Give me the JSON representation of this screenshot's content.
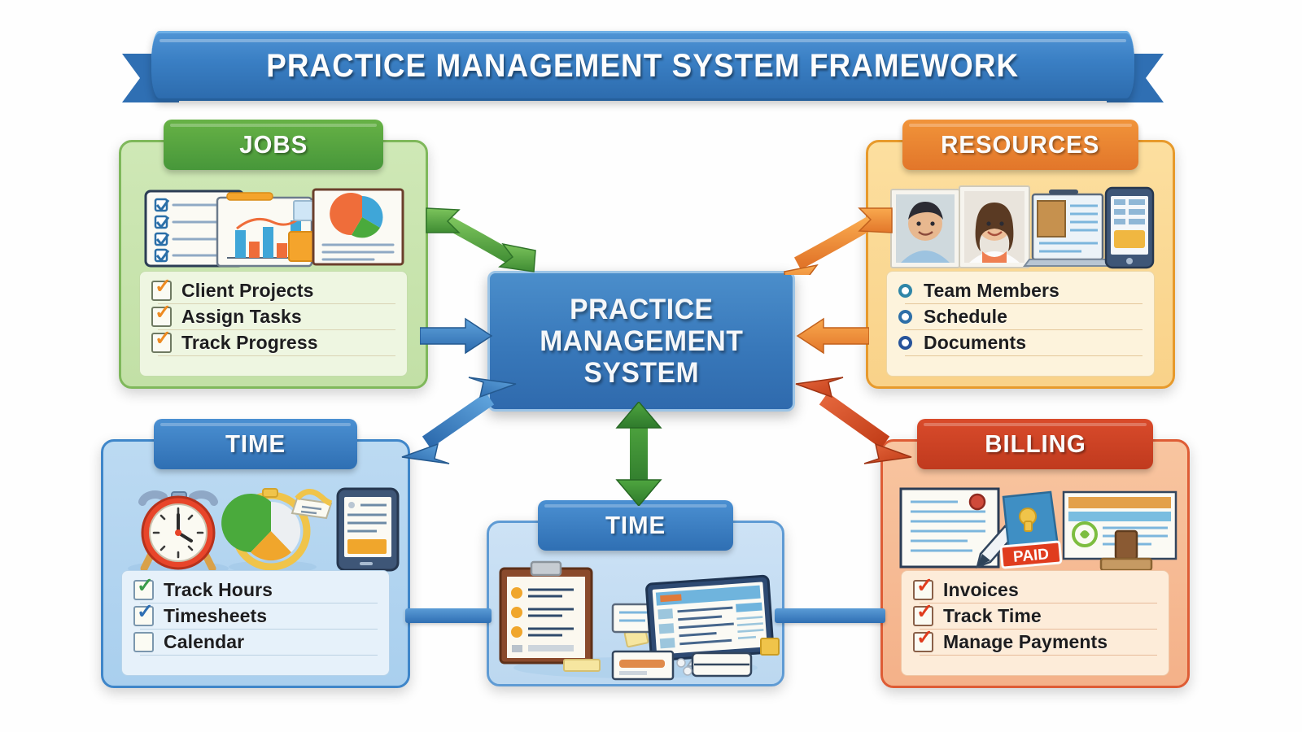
{
  "banner": {
    "title": "PRACTICE MANAGEMENT SYSTEM FRAMEWORK"
  },
  "hub": {
    "line1": "PRACTICE",
    "line2": "MANAGEMENT",
    "line3": "SYSTEM",
    "color": "#3878ba"
  },
  "cards": {
    "jobs": {
      "title": "JOBS",
      "header_color": "#47973a",
      "body_color": "#c2e0a6",
      "marker": "check",
      "marker_color": "#ee8b22",
      "items": [
        "Client Projects",
        "Assign Tasks",
        "Track Progress"
      ],
      "art": "checklist-chart-piechart-illustration"
    },
    "resources": {
      "title": "RESOURCES",
      "header_color": "#e2762a",
      "body_color": "#f9d289",
      "marker": "bullet",
      "marker_color": "#2f86a8",
      "items": [
        "Team Members",
        "Schedule",
        "Documents"
      ],
      "art": "team-photos-tablet-phone-illustration"
    },
    "time_left": {
      "title": "TIME",
      "header_color": "#2f6fb3",
      "body_color": "#a9cfee",
      "marker": "check",
      "items": [
        {
          "label": "Track Hours",
          "checked": true,
          "check_color": "#3a9b4a"
        },
        {
          "label": "Timesheets",
          "checked": true,
          "check_color": "#2f6fb3"
        },
        {
          "label": "Calendar",
          "checked": false,
          "check_color": "#2f6fb3"
        }
      ],
      "art": "alarm-clock-piechart-tablet-illustration"
    },
    "billing": {
      "title": "BILLING",
      "header_color": "#c03a1e",
      "body_color": "#f4b189",
      "marker": "check",
      "marker_color": "#e03c1e",
      "items": [
        "Invoices",
        "Track Time",
        "Manage Payments"
      ],
      "art": "invoice-pen-paid-stamp-illustration",
      "stamp_label": "PAID"
    },
    "time_mid": {
      "title": "TIME",
      "header_color": "#2f6fb3",
      "body_color": "#bcd8f0",
      "items": [],
      "art": "clipboard-notes-tablet-illustration"
    }
  },
  "connectors": [
    {
      "name": "jobs-hub-curved",
      "color": "#4a9b3c",
      "style": "double-curved"
    },
    {
      "name": "resources-hub-curved",
      "color": "#ef8b2c",
      "style": "double-curved"
    },
    {
      "name": "jobs-hub-straight",
      "color": "#2f6fb3",
      "style": "single-right"
    },
    {
      "name": "resources-hub-straight",
      "color": "#ef8b2c",
      "style": "single-left"
    },
    {
      "name": "time-left-hub",
      "color": "#2f7bc0",
      "style": "double-diagonal"
    },
    {
      "name": "hub-billing",
      "color": "#d8502a",
      "style": "double-diagonal"
    },
    {
      "name": "hub-time-mid",
      "color": "#3f9b3f",
      "style": "double-vertical"
    },
    {
      "name": "time-left-time-mid",
      "color": "#3a7fc4",
      "style": "bar"
    },
    {
      "name": "time-mid-billing",
      "color": "#3a7fc4",
      "style": "bar"
    }
  ]
}
